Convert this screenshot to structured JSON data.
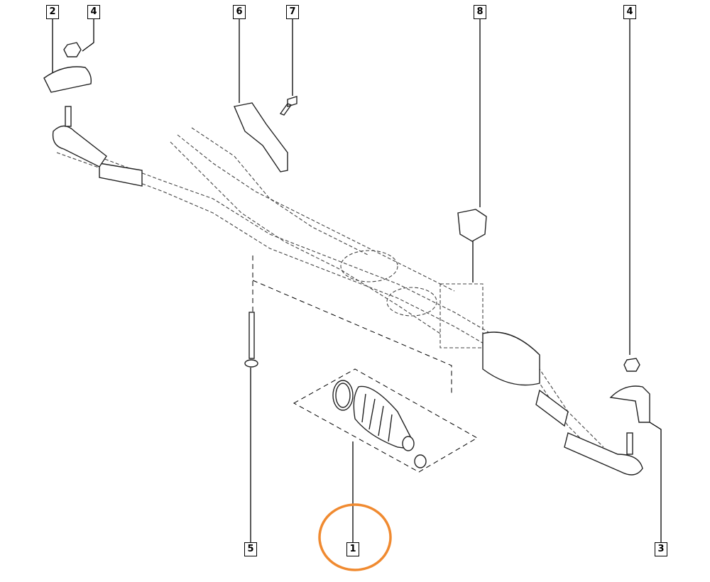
{
  "callouts": [
    {
      "id": "c2a",
      "label": "2"
    },
    {
      "id": "c4a",
      "label": "4"
    },
    {
      "id": "c6",
      "label": "6"
    },
    {
      "id": "c7",
      "label": "7"
    },
    {
      "id": "c8",
      "label": "8"
    },
    {
      "id": "c4b",
      "label": "4"
    },
    {
      "id": "c5",
      "label": "5"
    },
    {
      "id": "c1",
      "label": "1"
    },
    {
      "id": "c3",
      "label": "3"
    }
  ],
  "highlight": {
    "target": "1",
    "color": "#f08a30"
  }
}
